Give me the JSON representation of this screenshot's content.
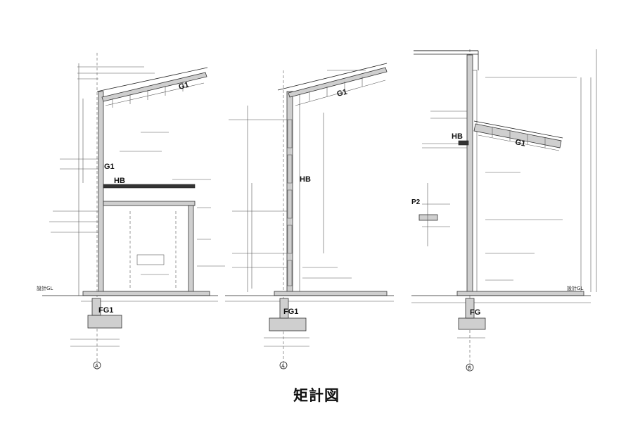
{
  "caption": "矩計図",
  "sections": [
    {
      "id": "A",
      "labels": {
        "girder": "G1",
        "roof_beam": "G1",
        "hbeam": "HB",
        "footing": "FG1",
        "axis": "A",
        "level": "設計GL"
      }
    },
    {
      "id": "B",
      "labels": {
        "girder": "G1",
        "hbeam": "HB",
        "footing": "FG1",
        "axis": "A"
      }
    },
    {
      "id": "C",
      "labels": {
        "girder": "G1",
        "hbeam": "HB",
        "footing": "FG",
        "axis": "B",
        "purlin": "P2",
        "level": "設計GL"
      }
    }
  ]
}
